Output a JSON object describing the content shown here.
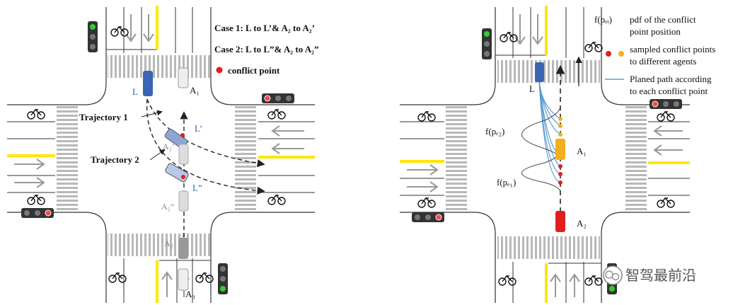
{
  "left_diagram": {
    "case1": "Case 1: L to L’& A₂ to A₂’",
    "case2": "Case 2: L to L”& A₂ to A₂”",
    "legend_conflict": "conflict point",
    "traj1": "Trajectory 1",
    "traj2": "Trajectory 2",
    "L": "L",
    "L1": "L’",
    "L2": "L”",
    "A1": "A₁",
    "A2": "A₂",
    "A2p": "A₂’",
    "A2pp": "A₂”",
    "A3": "A₃"
  },
  "right_diagram": {
    "legend_pdf_sym": "f(pₑᵢ)",
    "legend_pdf_1": "pdf of the conflict",
    "legend_pdf_2": "point position",
    "legend_samp_1": "sampled conflict points",
    "legend_samp_2": "to different agents",
    "legend_path_1": "Planed path according",
    "legend_path_2": "to each conflict point",
    "fpc2": "f(pₑ₂)",
    "fpc1": "f(pₑ₁)",
    "L": "L",
    "A1": "A₁",
    "A2": "A₂"
  },
  "watermark": "智驾最前沿",
  "colors": {
    "leader": "#3a64b4",
    "agent_grey": "#b0b0b0",
    "agent_orange": "#f0b020",
    "agent_red": "#e02020",
    "conflict": "#e02020",
    "path_blue": "#5b9bd5",
    "lane_yellow": "#ffe600"
  }
}
